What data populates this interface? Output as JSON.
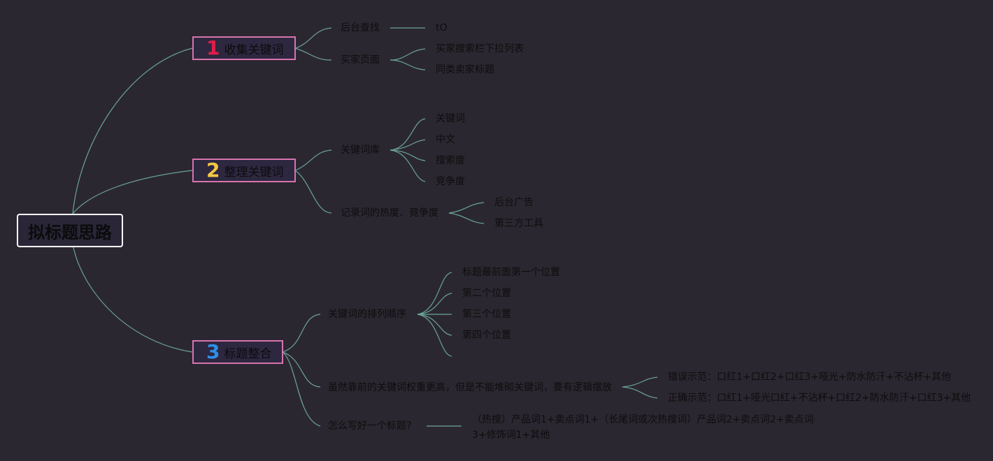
{
  "root": {
    "label": "拟标题思路"
  },
  "branches": [
    {
      "number": "1",
      "number_color": "#e11d48",
      "label": "收集关键词",
      "children": [
        {
          "label": "后台查找",
          "children": [
            "tO"
          ]
        },
        {
          "label": "买家页面",
          "children": [
            "买家搜索栏下拉列表",
            "同类卖家标题"
          ]
        }
      ]
    },
    {
      "number": "2",
      "number_color": "#f5c842",
      "label": "整理关键词",
      "children": [
        {
          "label": "关键词库",
          "children": [
            "关键词",
            "中文",
            "搜索度",
            "竞争度"
          ]
        },
        {
          "label": "记录词的热度、竟争度",
          "children": [
            "后台广告",
            "第三方工具"
          ]
        }
      ]
    },
    {
      "number": "3",
      "number_color": "#2f8fe6",
      "label": "标题整合",
      "children": [
        {
          "label": "关键词的排列顺序",
          "children": [
            "标题最前面第一个位置",
            "第二个位置",
            "第三个位置",
            "第四个位置",
            ""
          ]
        },
        {
          "label": "虽然靠前的关键词权重更高，但是不能堆砌关键词，要有逻辑摆放",
          "children": [
            "错误示范：口红1+口红2+口红3+哑光+防水防汗+不沾杯+其他",
            "正确示范：口红1+哑光口红+不沾杯+口红2+防水防汗+口红3+其他"
          ]
        },
        {
          "label": "怎么写好一个标题?",
          "children": [
            "（热搜）产品词1+卖点词1+（长尾词或次热搜词）产品词2+卖点词2+卖点词3+修饰词1+其他"
          ]
        }
      ]
    }
  ]
}
